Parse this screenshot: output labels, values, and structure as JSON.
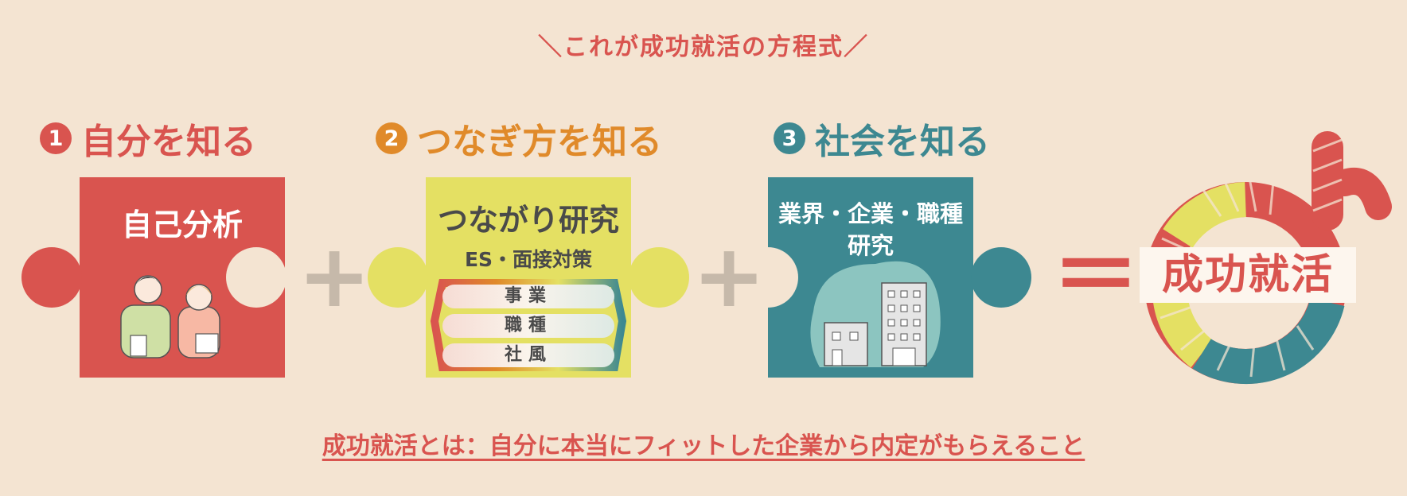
{
  "headline": "＼これが成功就活の方程式／",
  "steps": [
    {
      "num": "1",
      "title": "自分を知る",
      "color": "#d9544f"
    },
    {
      "num": "2",
      "title": "つなぎ方を知る",
      "color": "#e08a2a"
    },
    {
      "num": "3",
      "title": "社会を知る",
      "color": "#3d8891"
    }
  ],
  "pieces": {
    "self": {
      "title": "自己分析"
    },
    "connect": {
      "title": "つながり研究",
      "subtitle": "ES・面接対策",
      "pills": [
        "事業",
        "職種",
        "社風"
      ]
    },
    "society": {
      "line1": "業界・企業・職種",
      "line2": "研究"
    }
  },
  "operators": {
    "plus": "+",
    "equals": "＝"
  },
  "result": {
    "label": "成功就活"
  },
  "footer": "成功就活とは：自分に本当にフィットした企業から内定がもらえること",
  "colors": {
    "red": "#d9544f",
    "yellow": "#e4e063",
    "teal": "#3d8891",
    "orange": "#e08a2a",
    "background": "#f4e4d2"
  }
}
